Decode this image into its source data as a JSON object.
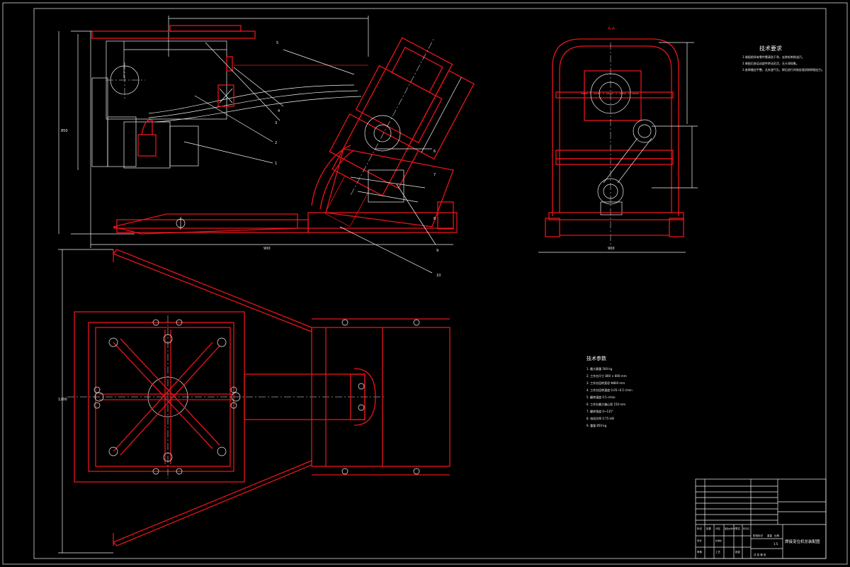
{
  "drawing": {
    "colors": {
      "background": "#000000",
      "geometry": "#e8141c",
      "annotation": "#f2f2f2"
    }
  },
  "tech_requirements": {
    "title": "技术要求",
    "lines": [
      "1.装配前所有零件需清洗干净，去除毛刺和油污。",
      "2.装配后各运动部件转动灵活，无卡滞现象。",
      "3.各焊缝应平整，无夹渣气孔，焊后进行时效处理消除焊接应力。"
    ]
  },
  "tech_params": {
    "title": "技术参数",
    "items": [
      "1. 最大载重  500 kg",
      "2. 工作台尺寸  800 × 800 mm",
      "3. 工作台回转直径  Φ800 mm",
      "4. 工作台回转速度  0.05~0.5 r/min",
      "5. 翻转速度  0.5 r/min",
      "6. 工作台最大偏心距  150 mm",
      "7. 翻转角度  0~135°",
      "8. 电机功率  0.75 kW",
      "9. 重量  850 kg"
    ]
  },
  "title_block": {
    "drawing_name": "焊接变位机总装配图",
    "scale": "1:5",
    "sheet_label": "共 张  第 张",
    "labels": [
      "标记",
      "处数",
      "分区",
      "更改文件号",
      "签名",
      "年月日",
      "设计",
      "标准化",
      "审核",
      "工艺",
      "批准",
      "阶段标记",
      "重量",
      "比例"
    ]
  },
  "dimensions": {
    "front_total_width": "900",
    "front_total_height": "850",
    "side_total_width": "900",
    "top_total_height": "1200"
  },
  "part_numbers": [
    "1",
    "2",
    "3",
    "4",
    "5",
    "6",
    "7",
    "8",
    "9",
    "10"
  ]
}
